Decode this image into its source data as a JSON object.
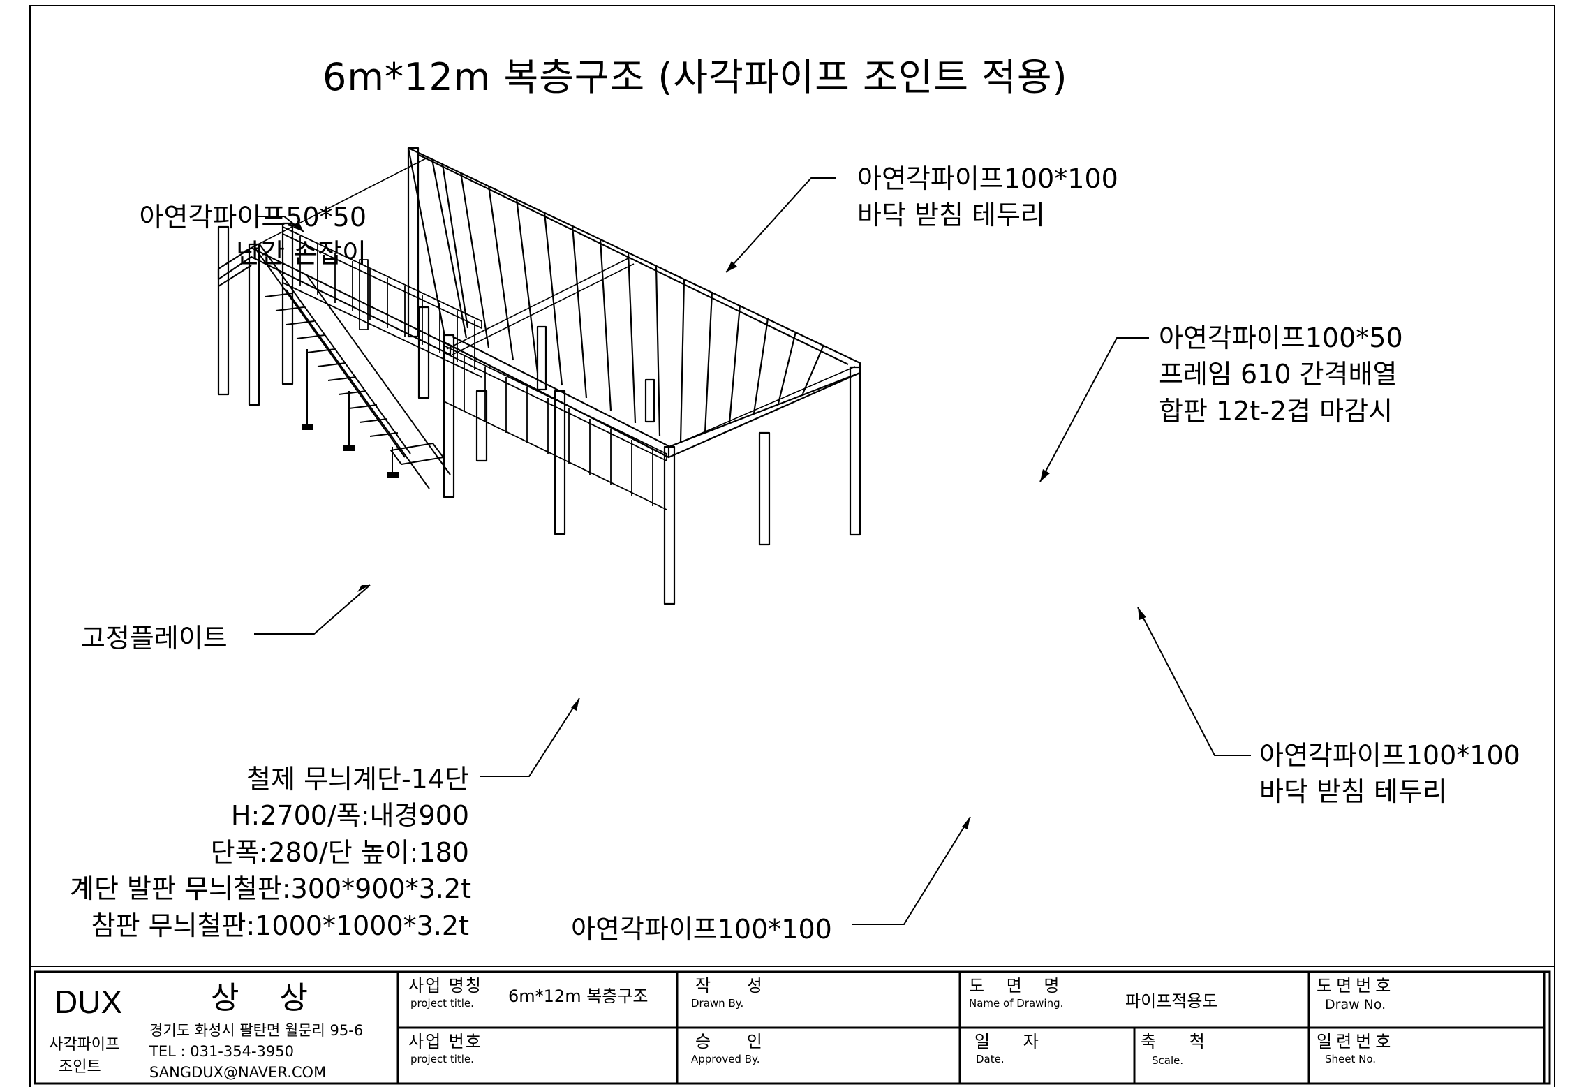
{
  "title": "6m*12m 복층구조 (사각파이프 조인트 적용)",
  "callouts": {
    "handrail": [
      "아연각파이프50*50",
      "난간 손잡이"
    ],
    "top_edge": [
      "아연각파이프100*100",
      "바닥 받침 테두리"
    ],
    "frame": [
      "아연각파이프100*50",
      "프레임 610 간격배열",
      "합판 12t-2겹 마감시"
    ],
    "plate": [
      "고정플레이트"
    ],
    "bottom_edge": [
      "아연각파이프100*100",
      "바닥 받침 테두리"
    ],
    "stairs": [
      "철제 무늬계단-14단",
      "H:2700/폭:내경900",
      "단폭:280/단 높이:180",
      "계단 발판 무늬철판:300*900*3.2t",
      "참판 무늬철판:1000*1000*3.2t"
    ],
    "column": [
      "아연각파이프100*100"
    ]
  },
  "title_block": {
    "brand": "DUX",
    "company": "상 상",
    "brand_sub": [
      "사각파이프",
      "조인트"
    ],
    "address": "경기도 화성시 팔탄면 월문리 95-6",
    "tel": "TEL : 031-354-3950",
    "email": "SANGDUX@NAVER.COM",
    "project_name_label": "사업 명칭",
    "project_name_sub": "project title.",
    "project_name_value": "6m*12m 복층구조",
    "project_no_label": "사업 번호",
    "project_no_sub": "project title.",
    "drawn_label": "작 성",
    "drawn_sub": "Drawn By.",
    "approved_label": "승 인",
    "approved_sub": "Approved By.",
    "drawing_name_label": "도 면 명",
    "drawing_name_sub": "Name of Drawing.",
    "drawing_name_value": "파이프적용도",
    "date_label": "일 자",
    "date_sub": "Date.",
    "scale_label": "축 척",
    "scale_sub": "Scale.",
    "draw_no_label": "도면번호",
    "draw_no_sub": "Draw No.",
    "sheet_no_label": "일련번호",
    "sheet_no_sub": "Sheet No."
  }
}
